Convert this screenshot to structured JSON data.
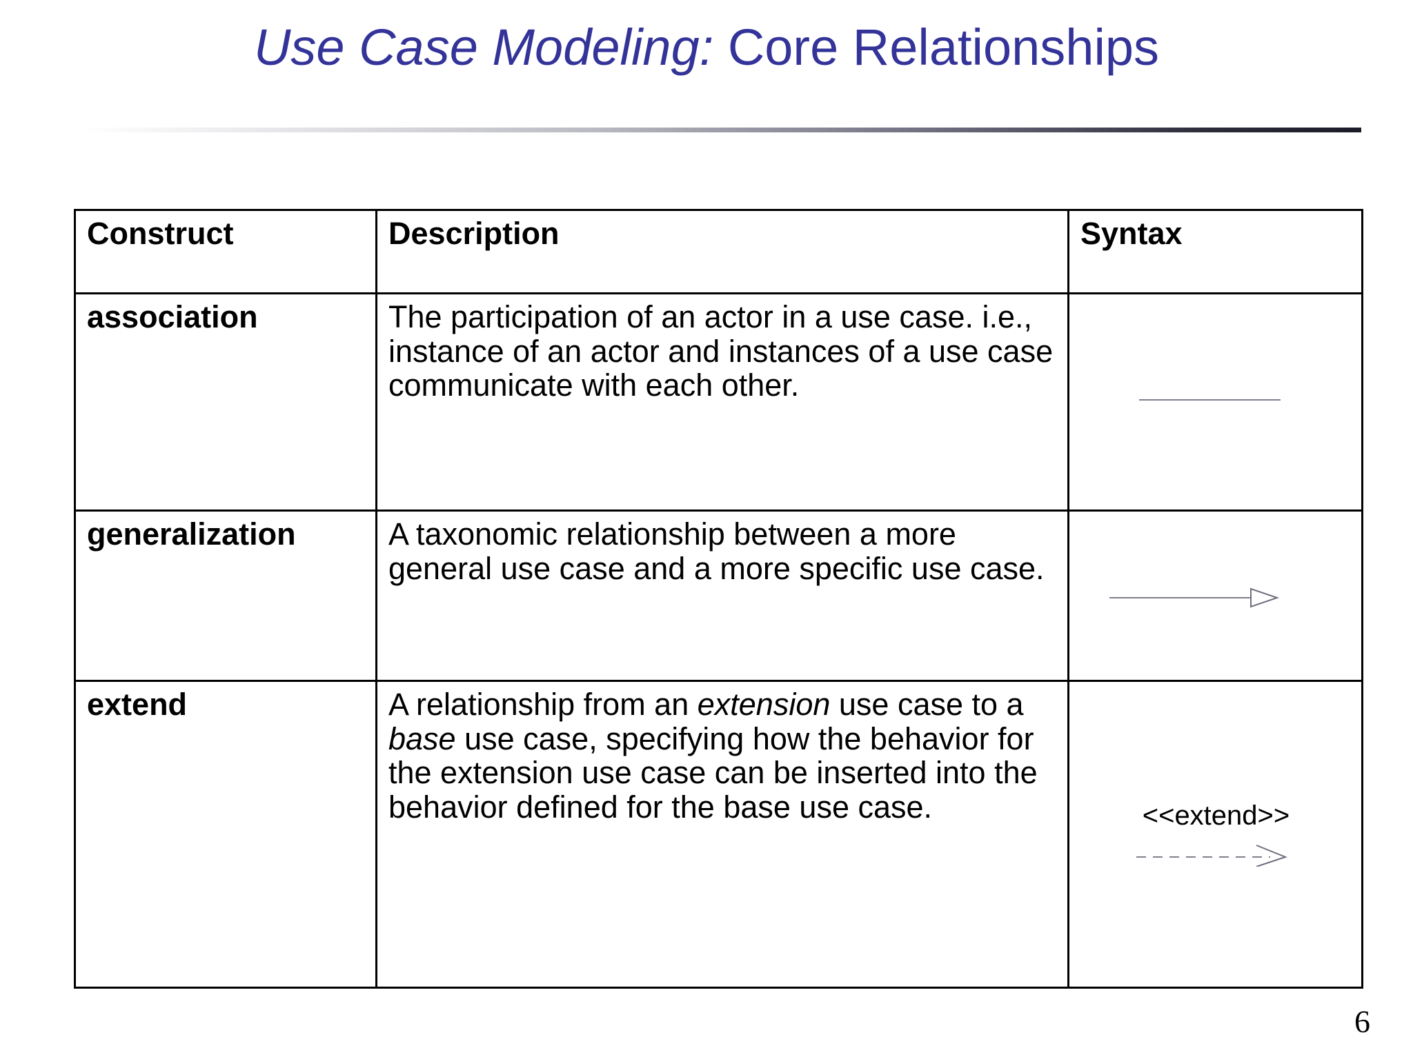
{
  "slide": {
    "title_emphasis": "Use Case Modeling:",
    "title_rest": " Core Relationships",
    "title_color": "#333399",
    "page_number": "6"
  },
  "table": {
    "headers": {
      "construct": "Construct",
      "description": "Description",
      "syntax": "Syntax"
    },
    "rows": [
      {
        "construct": "association",
        "description": "The participation of an actor in a use case. i.e., instance of an actor and instances of a use case communicate with each other.",
        "syntax_kind": "plain-line",
        "syntax_label": "",
        "syntax_color": "#7f7f8c"
      },
      {
        "construct": "generalization",
        "description": "A taxonomic relationship between a more general use case and a more specific use case.",
        "syntax_kind": "solid-line-hollow-triangle-arrow",
        "syntax_label": "",
        "syntax_color": "#7f7f8c"
      },
      {
        "construct": "extend",
        "description_parts": [
          {
            "text": "A relationship from an ",
            "italic": false
          },
          {
            "text": "extension",
            "italic": true
          },
          {
            "text": " use case to a ",
            "italic": false
          },
          {
            "text": "base",
            "italic": true
          },
          {
            "text": " use case, specifying how the behavior for the extension use case can be inserted into the behavior defined for the base use case.",
            "italic": false
          }
        ],
        "syntax_kind": "dashed-line-open-arrow",
        "syntax_label": "<<extend>>",
        "syntax_color": "#7f7f8c"
      }
    ]
  }
}
